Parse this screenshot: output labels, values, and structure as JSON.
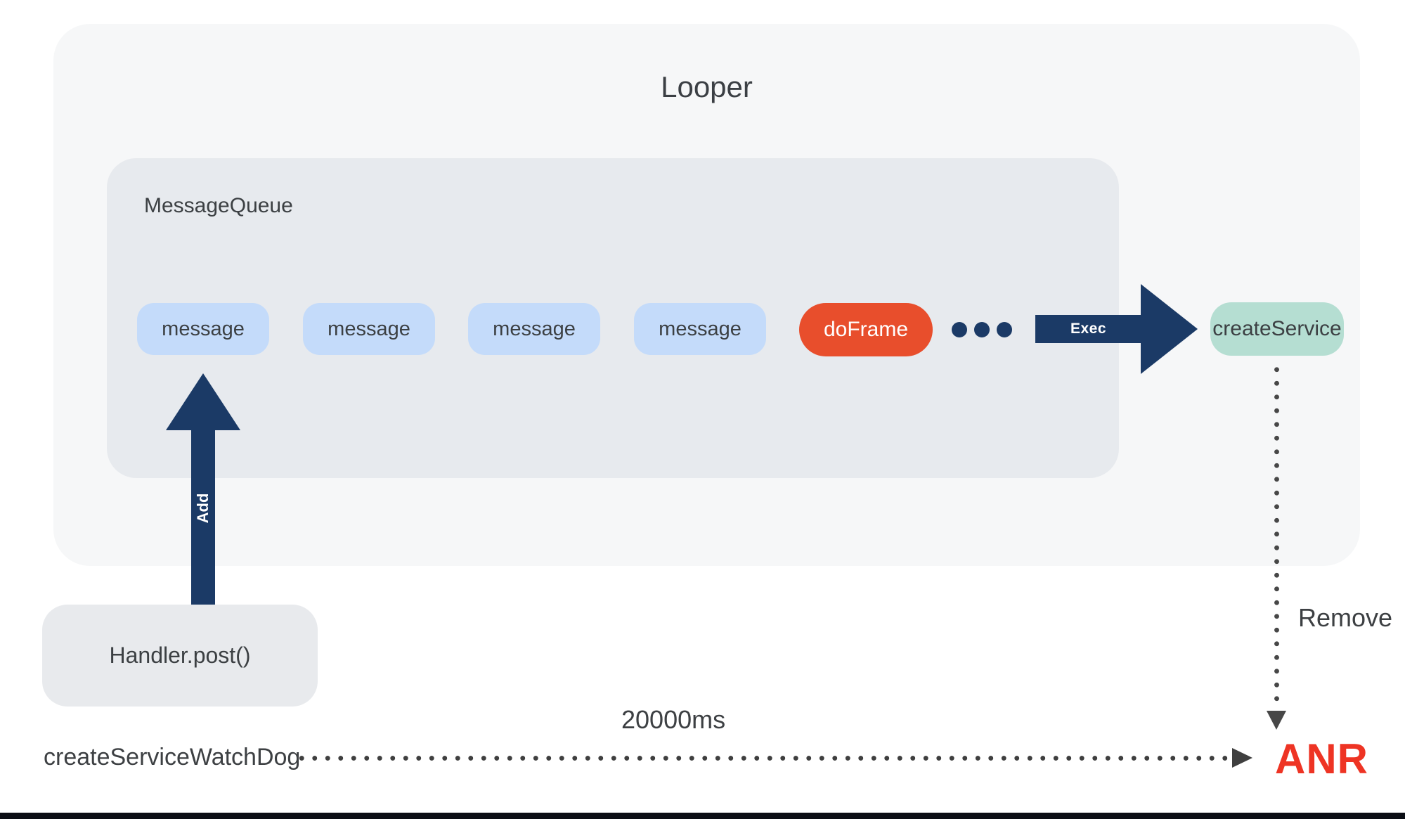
{
  "looper": {
    "title": "Looper"
  },
  "queue": {
    "label": "MessageQueue",
    "messages": [
      "message",
      "message",
      "message",
      "message"
    ],
    "doframe_label": "doFrame"
  },
  "create_service": {
    "label": "createService"
  },
  "handler": {
    "label": "Handler.post()"
  },
  "arrows": {
    "exec_label": "Exec",
    "add_label": "Add",
    "remove_label": "Remove"
  },
  "watchdog": {
    "label": "createServiceWatchDog",
    "timeout_label": "20000ms",
    "anr_label": "ANR"
  },
  "colors": {
    "navy": "#1b3a66",
    "doframe_orange": "#e84e2c",
    "message_blue": "#c4dbfa",
    "create_service_mint": "#b5ded2",
    "looper_bg": "#f6f7f8",
    "queue_bg": "#e7eaee",
    "handler_bg": "#e8eaed",
    "text_dark": "#3c4043",
    "anr_red": "#ee3424",
    "dotted_gray": "#474747"
  }
}
